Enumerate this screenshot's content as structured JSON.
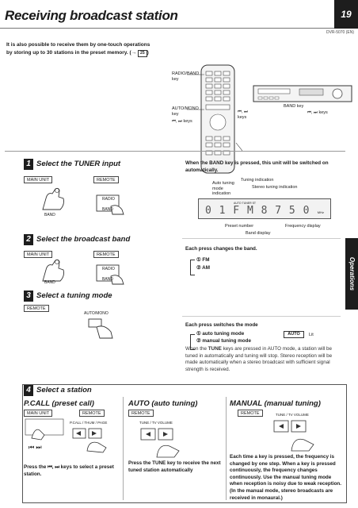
{
  "header": {
    "title": "Receiving broadcast station",
    "page_number": "19",
    "model": "DVR-5070 (EN)"
  },
  "intro": {
    "line1": "It is also possible to receive them by one-touch operations",
    "line2": "by storing up to 30 stations in the preset memory.",
    "ref": "25"
  },
  "figure_top": {
    "radio_band_key": "RADIO/BAND key",
    "auto_mono_key": "AUTO/MONO key",
    "keys_left": "keys",
    "keys_right": "keys",
    "band_key": "BAND key",
    "keys_unit": "keys"
  },
  "step1": {
    "number": "1",
    "title": "Select the TUNER input",
    "main_unit": "MAIN UNIT",
    "remote": "REMOTE",
    "band": "BAND",
    "radio": "RADIO",
    "band2": "BAND",
    "desc": "When the BAND key is pressed, this unit will be switched on automatically.",
    "lcd": {
      "auto_tuning": "Auto tuning mode indication",
      "tuning_indication": "Tuning indication",
      "stereo_indication": "Stereo tuning indication",
      "tags": "AUTO  TUNER  ST",
      "display": "0 1 F M   8 7 5 0",
      "mhz": "MHz",
      "preset_number": "Preset number",
      "frequency_display": "Frequency display",
      "band_display": "Band display"
    }
  },
  "step2": {
    "number": "2",
    "title": "Select the broadcast band",
    "main_unit": "MAIN UNIT",
    "remote": "REMOTE",
    "band": "BAND",
    "radio": "RADIO",
    "band2": "BAND",
    "desc": "Each press changes the band.",
    "option1": "① FM",
    "option2": "② AM"
  },
  "step3": {
    "number": "3",
    "title": "Select a tuning mode",
    "remote": "REMOTE",
    "key": "AUTO/MONO",
    "desc": "Each press switches the mode",
    "option1": "① auto tuning mode",
    "option2": "② manual tuning mode",
    "indicator": "AUTO",
    "lit": "Lit",
    "text_a": "When the ",
    "text_tune": "TUNE",
    "text_b": " keys are pressed in AUTO mode, a station will be tuned in automatically and tuning will stop. Stereo reception will be made automatically when a stereo broadcast with sufficient signal strength is received."
  },
  "step4": {
    "number": "4",
    "title": "Select a station",
    "pcall": {
      "title": "P.CALL (preset call)",
      "main_unit": "MAIN UNIT",
      "remote": "REMOTE",
      "key_label": "P.CALL / THUM / PAGE",
      "prev_next": "⏮  ⏭",
      "desc": "Press the ⏮, ⏭ keys to select a preset station."
    },
    "auto": {
      "title": "AUTO (auto tuning)",
      "remote": "REMOTE",
      "key_label": "TUNE / TV VOLUME",
      "desc": "Press the TUNE key to receive the next tuned station automatically"
    },
    "manual": {
      "title": "MANUAL (manual tuning)",
      "remote": "REMOTE",
      "key_label": "TUNE / TV VOLUME",
      "desc": "Each time a key is pressed, the frequency is changed by one step. When a key is pressed continuously, the frequency changes continuously. Use the manual tuning mode when reception is noisy due to weak reception. (In the manual mode, stereo broadcasts are received in monaural.)"
    }
  },
  "side_tab": "Operations"
}
